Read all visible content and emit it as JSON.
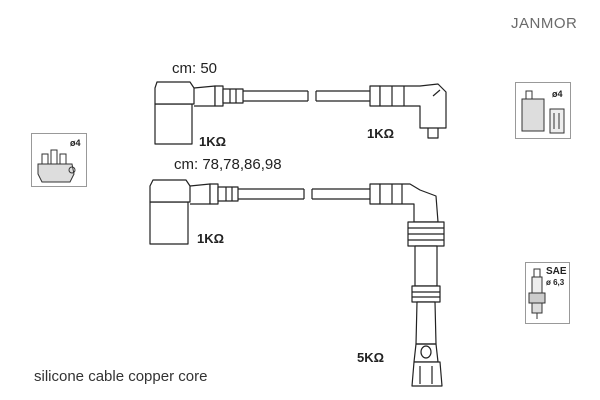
{
  "brand": "JANMOR",
  "wires": {
    "length_short": "cm: 50",
    "length_long": "cm: 78,78,86,98",
    "r1": "1KΩ",
    "r2": "1KΩ",
    "r3": "1KΩ",
    "r4": "5KΩ"
  },
  "icons": {
    "distributor_left": {
      "name": "distributor-cap-icon",
      "label": "ø4"
    },
    "coil_right": {
      "name": "ignition-coil-icon",
      "label": "ø4"
    },
    "plug_right": {
      "name": "spark-plug-icon",
      "label_top": "SAE",
      "label_bottom": "ø 6,3"
    }
  },
  "footer": "silicone cable copper core"
}
